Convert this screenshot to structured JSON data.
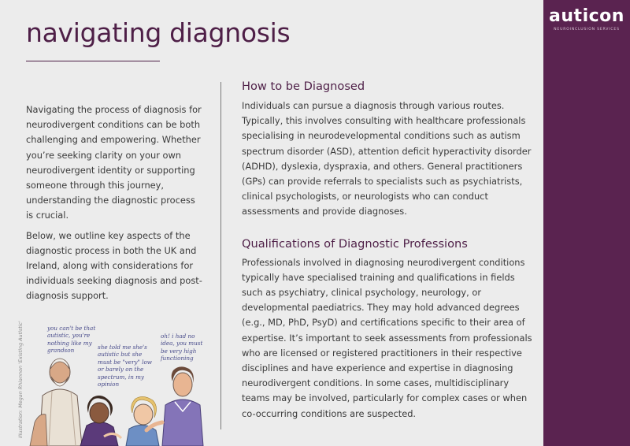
{
  "brand": {
    "name": "auticon",
    "tagline": "NEUROINCLUSION SERVICES"
  },
  "page": {
    "title": "navigating diagnosis"
  },
  "intro": {
    "p1": "Navigating the process of diagnosis for neurodivergent conditions can be both challenging and empowering. Whether you’re seeking clarity on your own neurodivergent identity or supporting someone through this journey, understanding the diagnostic process is crucial.",
    "p2": "Below, we outline key aspects of the diagnostic process in both the UK and Ireland, along with considerations for individuals seeking diagnosis and post-diagnosis support."
  },
  "sections": [
    {
      "heading": "How to be Diagnosed",
      "body": "Individuals can pursue a diagnosis through various routes. Typically, this involves consulting with healthcare professionals specialising in neurodevelopmental conditions such as autism spectrum disorder (ASD), attention deficit hyperactivity disorder (ADHD), dyslexia, dyspraxia, and others. General practitioners (GPs) can provide referrals to specialists such as psychiatrists, clinical psychologists, or neurologists who can conduct assessments and provide diagnoses."
    },
    {
      "heading": "Qualifications of Diagnostic Professions",
      "body": "Professionals involved in diagnosing neurodivergent conditions typically have specialised training and qualifications in fields such as psychiatry, clinical psychology, neurology, or developmental paediatrics. They may hold advanced degrees (e.g., MD, PhD, PsyD) and certifications specific to their area of expertise. It’s important to seek assessments from professionals who are licensed or registered practitioners in their respective disciplines and have experience and expertise in diagnosing neurodivergent conditions. In some cases, multidisciplinary teams may be involved, particularly for complex cases or when co-occurring conditions are suspected."
    }
  ],
  "illustration": {
    "credit": "Illustration: Megan Rhiannon 'Existing Autistic'",
    "quote1": "you can't be that autistic, you're nothing like my grandson",
    "quote2": "she told me she's autistic but she must be \"very\" low or barely on the spectrum, in my opinion",
    "quote3": "oh! i had no idea, you must be very high functioning"
  },
  "colors": {
    "brand_purple": "#5a2350",
    "heading_purple": "#4e1f47",
    "page_background": "#ececec"
  }
}
